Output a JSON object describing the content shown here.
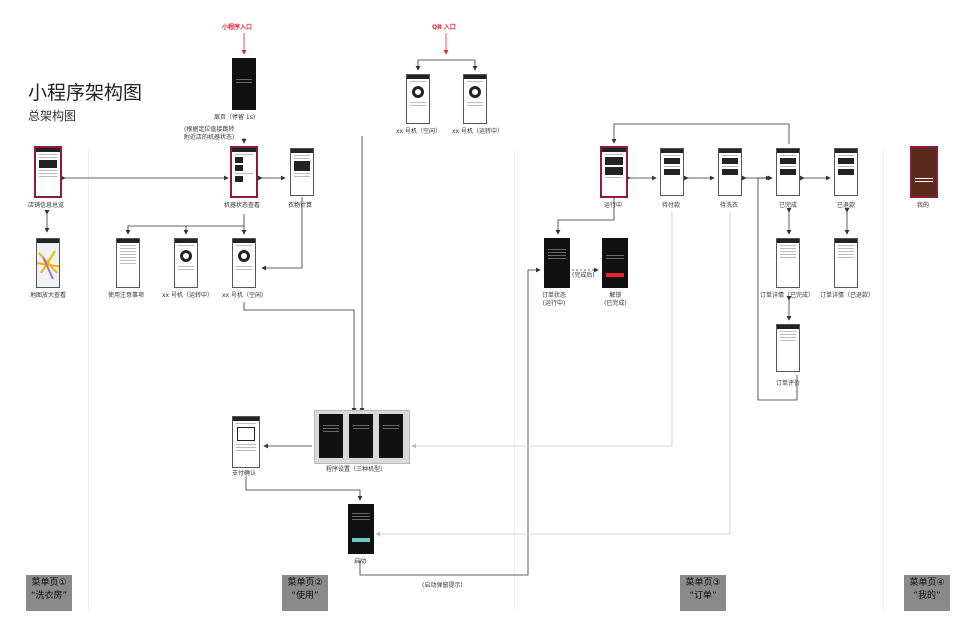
{
  "title": "小程序架构图",
  "subtitle": "总架构图",
  "entries": {
    "mini": "小程序入口",
    "qr": "QR 入口"
  },
  "nodes": {
    "splash": "扉页（停留 1s)",
    "splash_note": "(根据定位直接跳转\n附近店的机器状态)",
    "store_info": "店铺信息总览",
    "map": "地图放大查看",
    "machine_status": "机器状态查看",
    "laundry_calc": "衣物计算",
    "notes": "使用注意事项",
    "busy": "xx 号机（运转中）",
    "free": "xx 号机（空闲）",
    "qr_free": "xx 号机（空闲）",
    "qr_busy": "xx 号机（运转中）",
    "program": "程序设置（三种机型）",
    "pay": "支付确认",
    "start": "启动",
    "start_note": "(启动弹窗提示)",
    "running": "运行中",
    "unpaid": "待付款",
    "to_wash": "待洗衣",
    "order_status": "订单状态\n(运行中)",
    "after_done": "(完成后)",
    "unlock": "解锁\n(已完成)",
    "completed": "已完成",
    "refunded": "已退款",
    "detail_done": "订单详情（已完成）",
    "detail_refund": "订单详情（已退款）",
    "review": "订单评价",
    "mine": "我的"
  },
  "tabs": [
    {
      "label": "菜单页①",
      "name": "“洗衣房”"
    },
    {
      "label": "菜单页②",
      "name": "“使用”"
    },
    {
      "label": "菜单页③",
      "name": "“订单”"
    },
    {
      "label": "菜单页④",
      "name": "“我的”"
    }
  ],
  "colors": {
    "accent_red": "#e8232f",
    "phone_magenta": "#8c1c3c",
    "tab_gray": "#8a8a8a"
  }
}
